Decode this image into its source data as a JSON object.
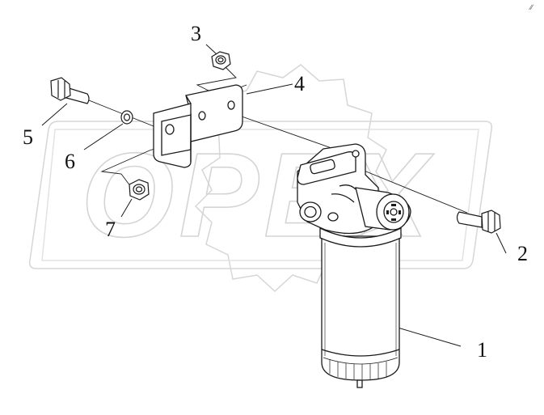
{
  "diagram": {
    "callouts": [
      {
        "id": "1",
        "label": "1"
      },
      {
        "id": "2",
        "label": "2"
      },
      {
        "id": "3",
        "label": "3"
      },
      {
        "id": "4",
        "label": "4"
      },
      {
        "id": "5",
        "label": "5"
      },
      {
        "id": "6",
        "label": "6"
      },
      {
        "id": "7",
        "label": "7"
      }
    ],
    "corner_mark": "∕∕"
  },
  "watermark": {
    "text": "OPEX"
  },
  "colors": {
    "line": "#1a1a1a",
    "watermark": "#d9d9d9",
    "background": "#ffffff"
  }
}
